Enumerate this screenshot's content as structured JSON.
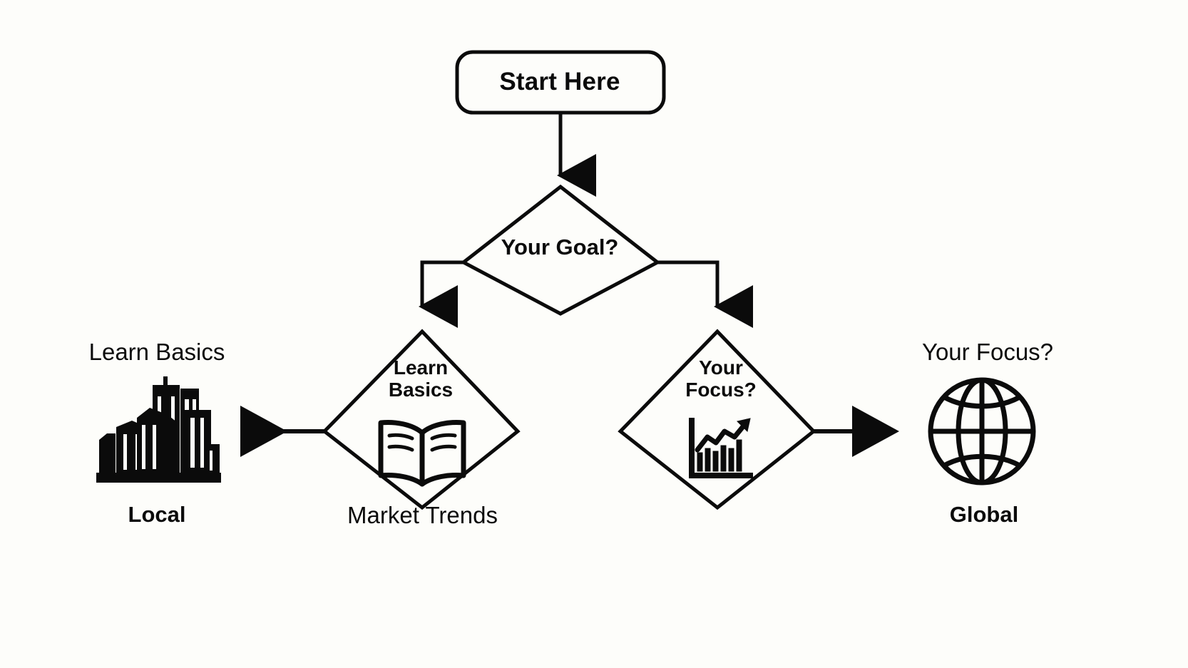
{
  "diagram": {
    "type": "flowchart",
    "title": "Investment Learning Path Flowchart",
    "background_color": "#fdfdfa",
    "stroke_color": "#0b0b0b",
    "nodes": [
      {
        "id": "start",
        "shape": "rounded-rectangle",
        "label": "Start Here",
        "weight": "bold"
      },
      {
        "id": "goal",
        "shape": "diamond",
        "label": "Your Goal?",
        "weight": "bold"
      },
      {
        "id": "learn-basics",
        "shape": "diamond",
        "label": "Learn\nBasics",
        "weight": "bold",
        "icon": "open-book-icon"
      },
      {
        "id": "your-focus",
        "shape": "diamond",
        "label": "Your\nFocus?",
        "weight": "bold",
        "icon": "growth-chart-icon"
      }
    ],
    "side_labels": [
      {
        "id": "left-top",
        "text": "Learn Basics",
        "weight": "normal"
      },
      {
        "id": "left-bottom",
        "text": "Local",
        "weight": "bold"
      },
      {
        "id": "center-bottom",
        "text": "Market Trends",
        "weight": "normal"
      },
      {
        "id": "right-top",
        "text": "Your Focus?",
        "weight": "normal"
      },
      {
        "id": "right-bottom",
        "text": "Global",
        "weight": "bold"
      }
    ],
    "icons": [
      {
        "id": "city-skyline-icon",
        "caption": "Local"
      },
      {
        "id": "globe-icon",
        "caption": "Global"
      },
      {
        "id": "open-book-icon",
        "caption": "Market Trends"
      },
      {
        "id": "growth-chart-icon",
        "caption": "Your Focus?"
      }
    ],
    "connectors": [
      {
        "from": "start",
        "to": "goal",
        "direction": "down",
        "arrow": true
      },
      {
        "from": "goal",
        "to": "learn-basics",
        "direction": "left-then-down",
        "arrow": true
      },
      {
        "from": "goal",
        "to": "your-focus",
        "direction": "right-then-down",
        "arrow": true
      },
      {
        "from": "learn-basics",
        "to": "city-skyline-icon",
        "direction": "left",
        "arrow": true
      },
      {
        "from": "your-focus",
        "to": "globe-icon",
        "direction": "right",
        "arrow": true
      }
    ]
  }
}
